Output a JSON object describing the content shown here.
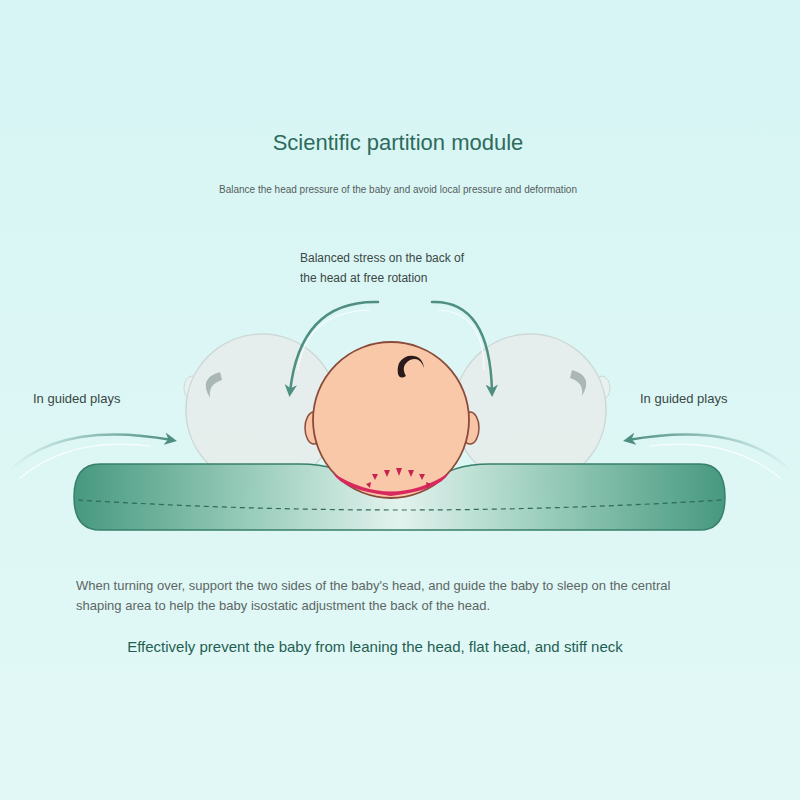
{
  "diagram": {
    "title": "Scientific partition module",
    "caption": "Effectively prevent the baby from leaning the head, flat head, and stiff neck",
    "labels": [
      "Balance the head pressure of the baby and avoid local pressure and deformation",
      "Balanced stress on the back of the head at free rotation",
      "In guided plays",
      "In guided plays",
      "When turning over, support the two sides of the baby's head, and guide the baby to sleep on the central shaping area to help the baby isostatic adjustment the back of the head."
    ]
  }
}
